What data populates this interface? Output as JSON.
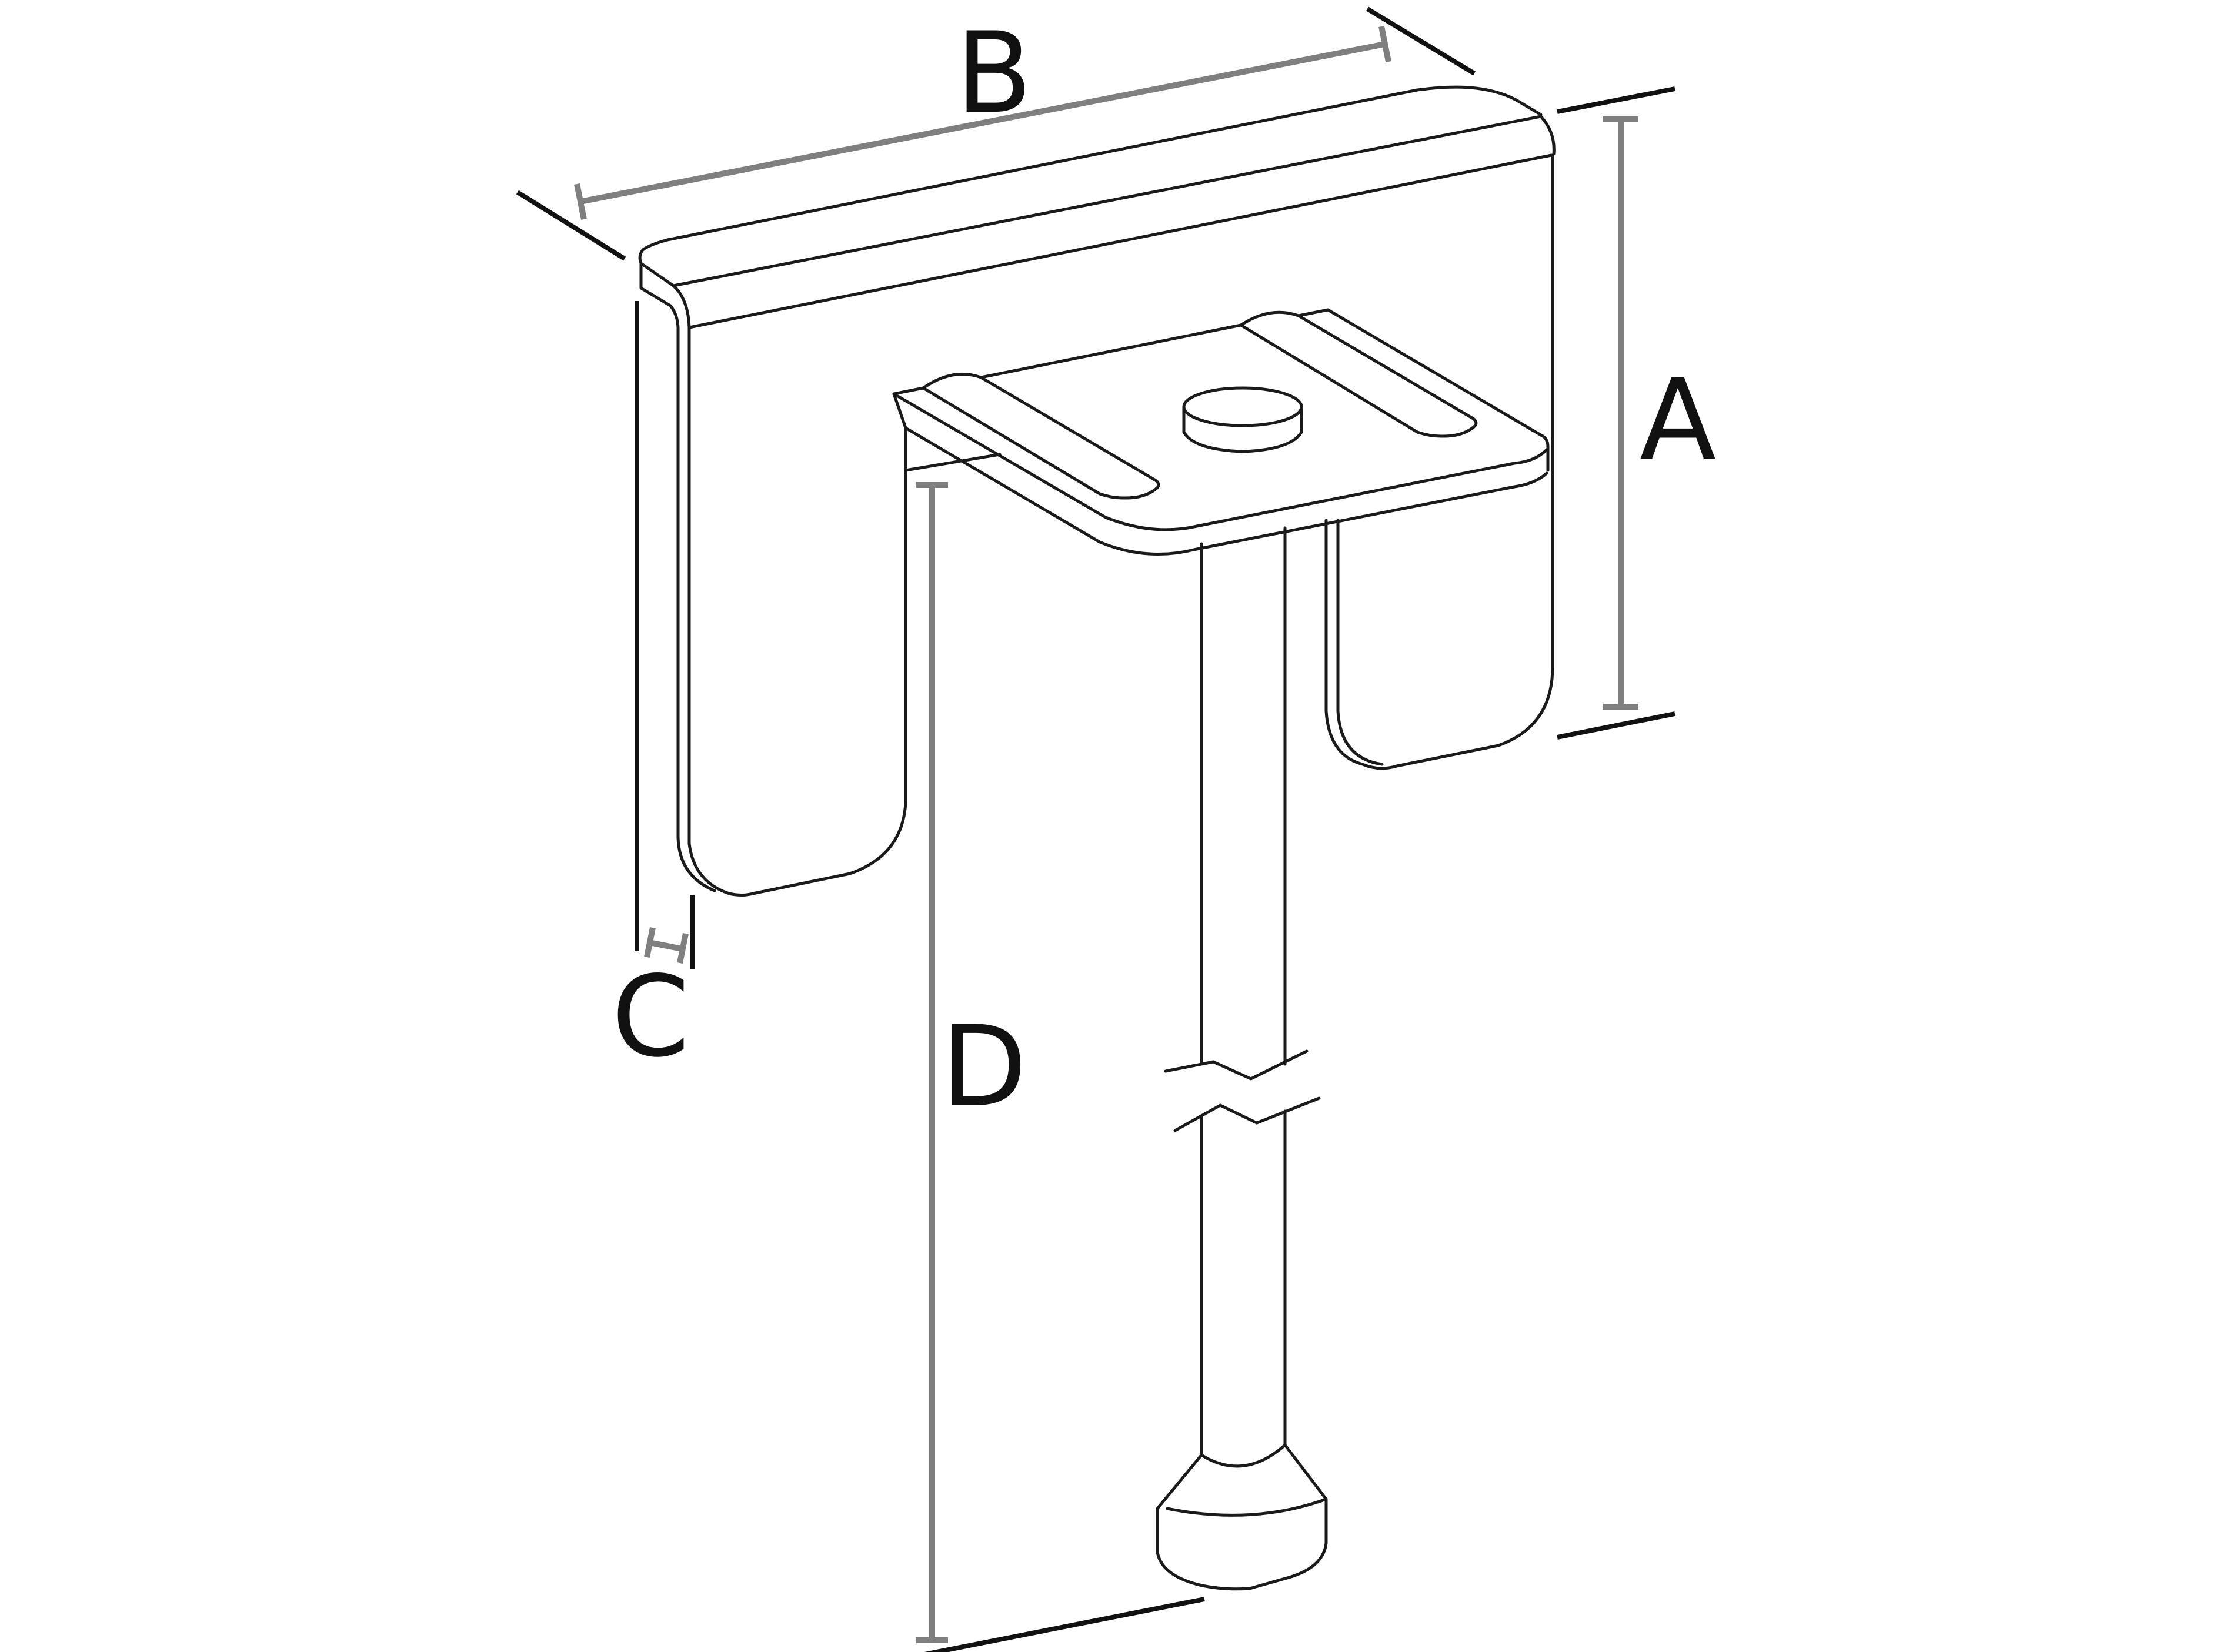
{
  "diagram": {
    "labels": {
      "a": "A",
      "b": "B",
      "c": "C",
      "d": "D"
    },
    "colors": {
      "outline": "#1a1a1a",
      "dimension_line": "#7f7f7f",
      "extension_line": "#111111",
      "background": "#ffffff"
    }
  }
}
